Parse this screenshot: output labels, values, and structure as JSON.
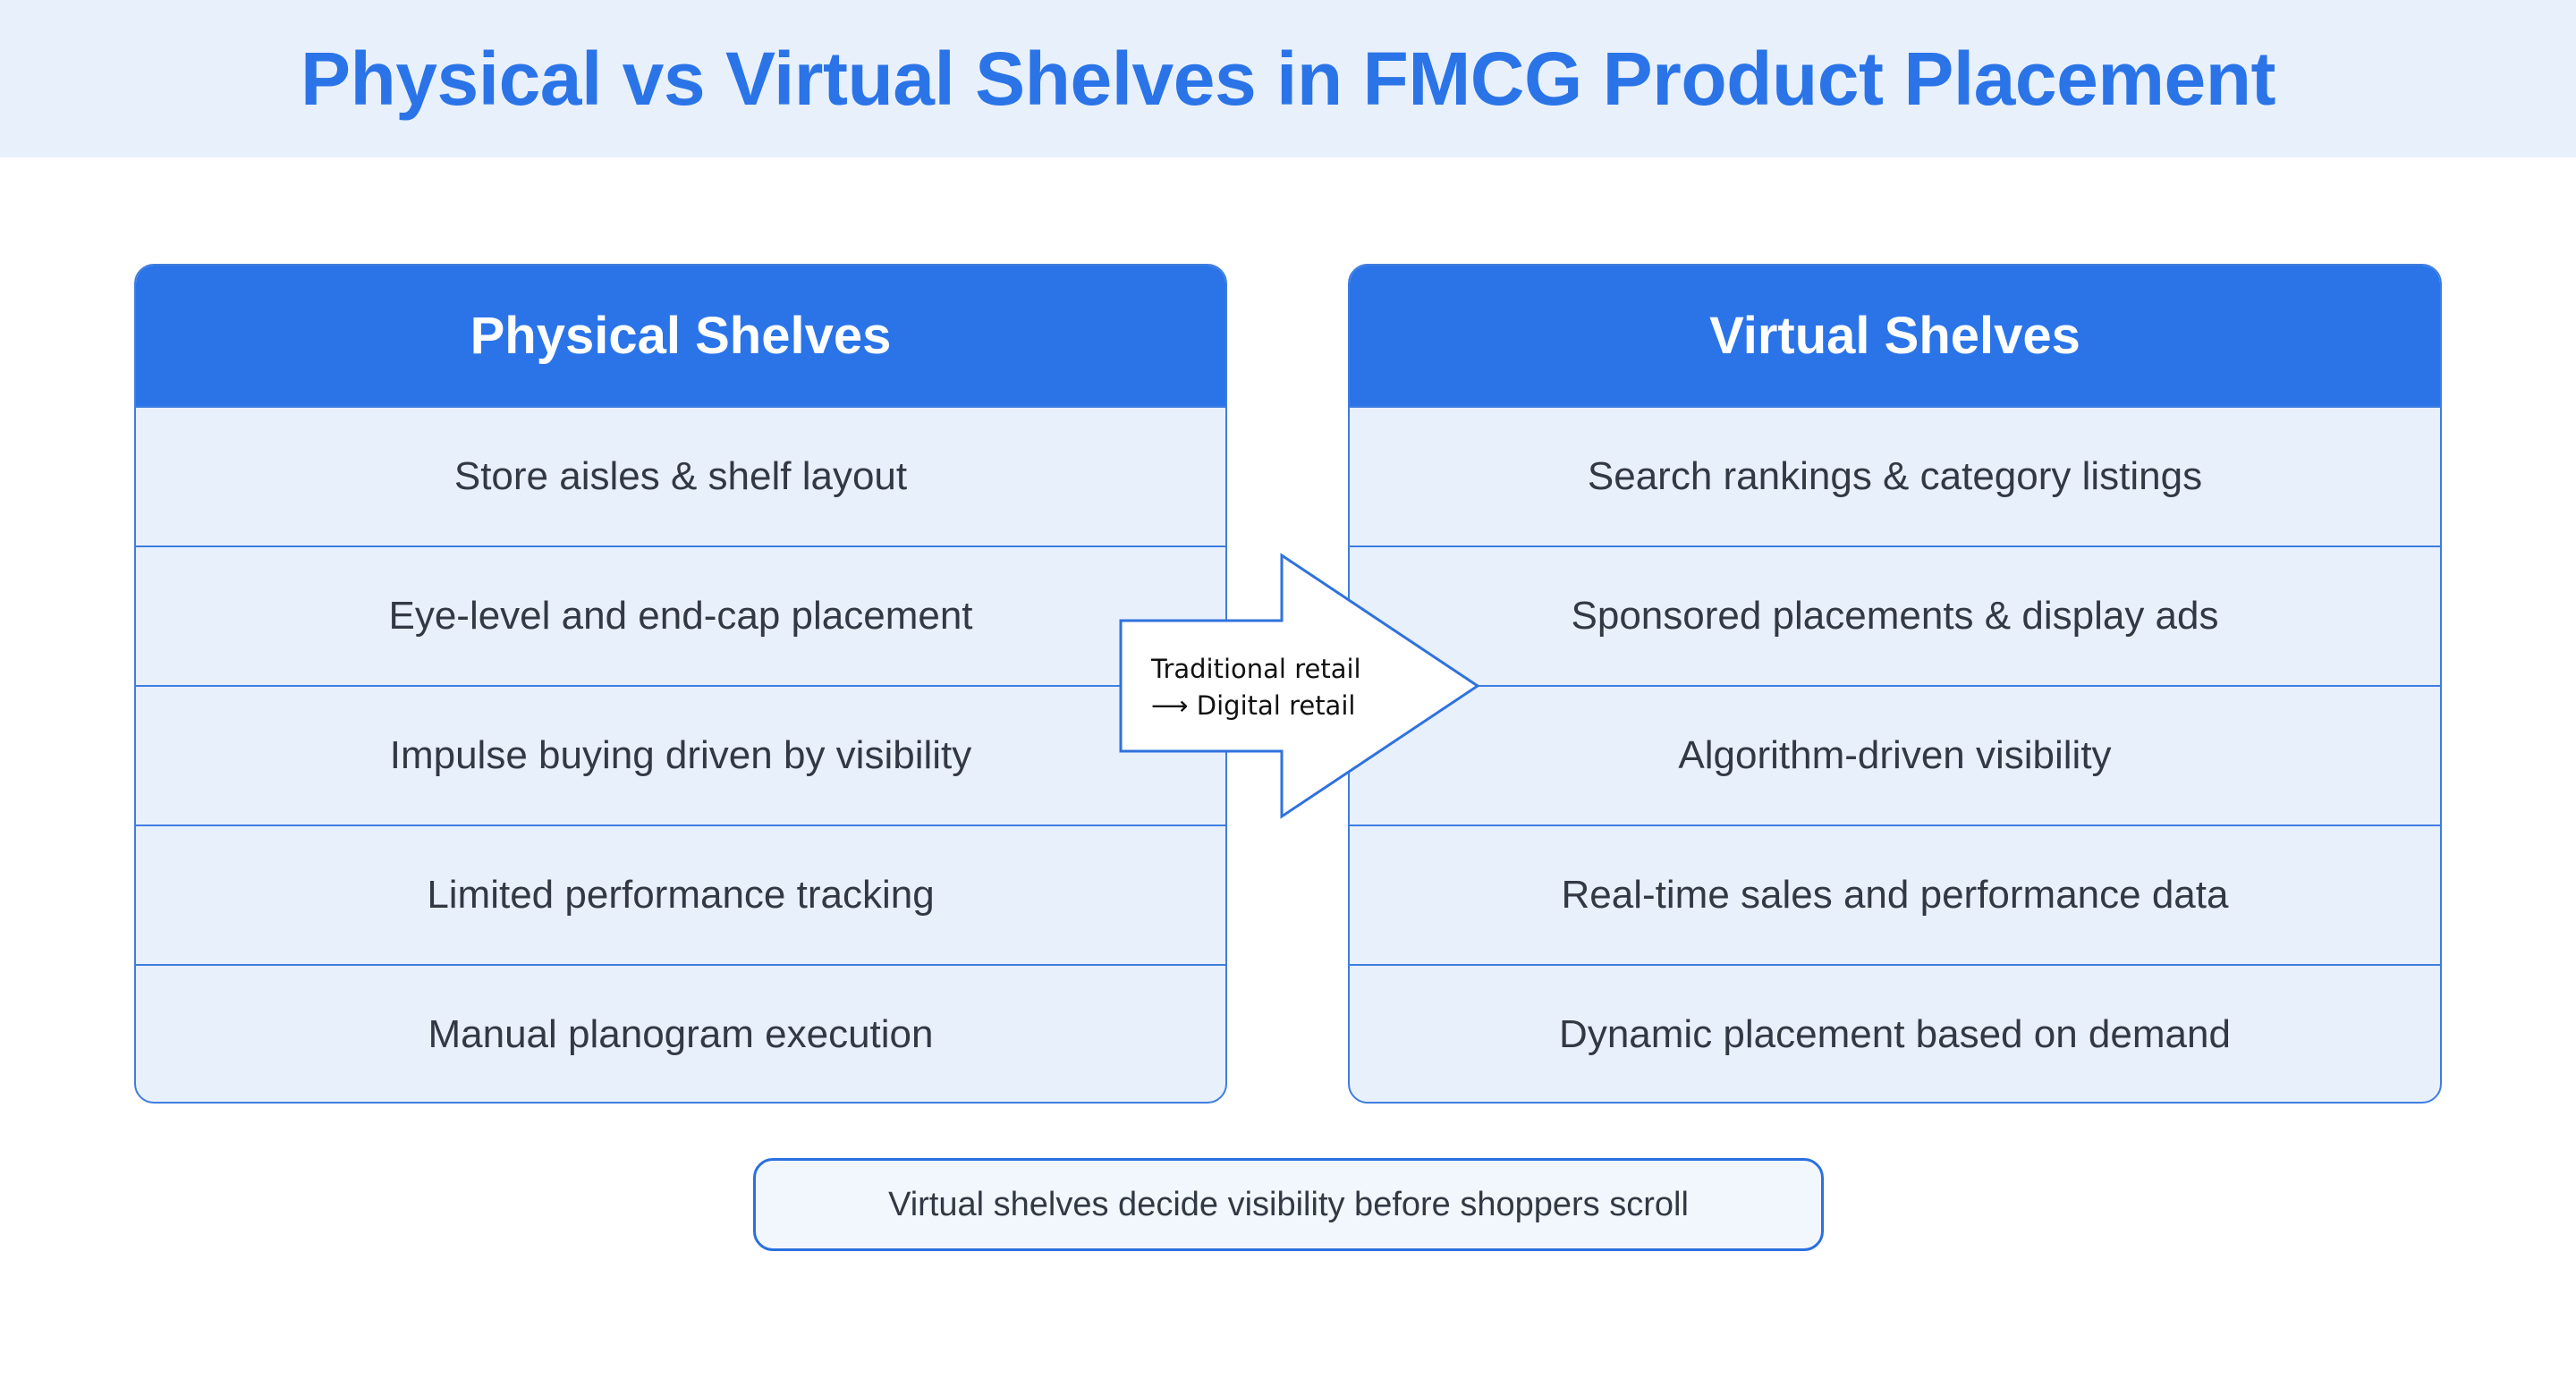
{
  "title": "Physical vs Virtual Shelves in FMCG Product Placement",
  "colors": {
    "accent": "#2a74e8",
    "title_band_bg": "#e8f0fc",
    "row_bg": "#e8f0fc",
    "border": "#3f7ddf",
    "text": "#333944",
    "callout_bg": "#f2f7fe"
  },
  "physical": {
    "header": "Physical Shelves",
    "rows": [
      "Store aisles & shelf layout",
      "Eye-level and end-cap placement",
      "Impulse buying driven by visibility",
      "Limited performance tracking",
      "Manual planogram execution"
    ]
  },
  "virtual": {
    "header": "Virtual Shelves",
    "rows": [
      "Search rankings & category listings",
      "Sponsored placements & display ads",
      "Algorithm-driven visibility",
      "Real-time sales and performance data",
      "Dynamic placement based on demand"
    ]
  },
  "arrow": {
    "icon": "right-arrow-icon",
    "line1": "Traditional retail",
    "line2": "⟶ Digital retail"
  },
  "callout": {
    "text": "Virtual shelves decide visibility before shoppers scroll"
  }
}
